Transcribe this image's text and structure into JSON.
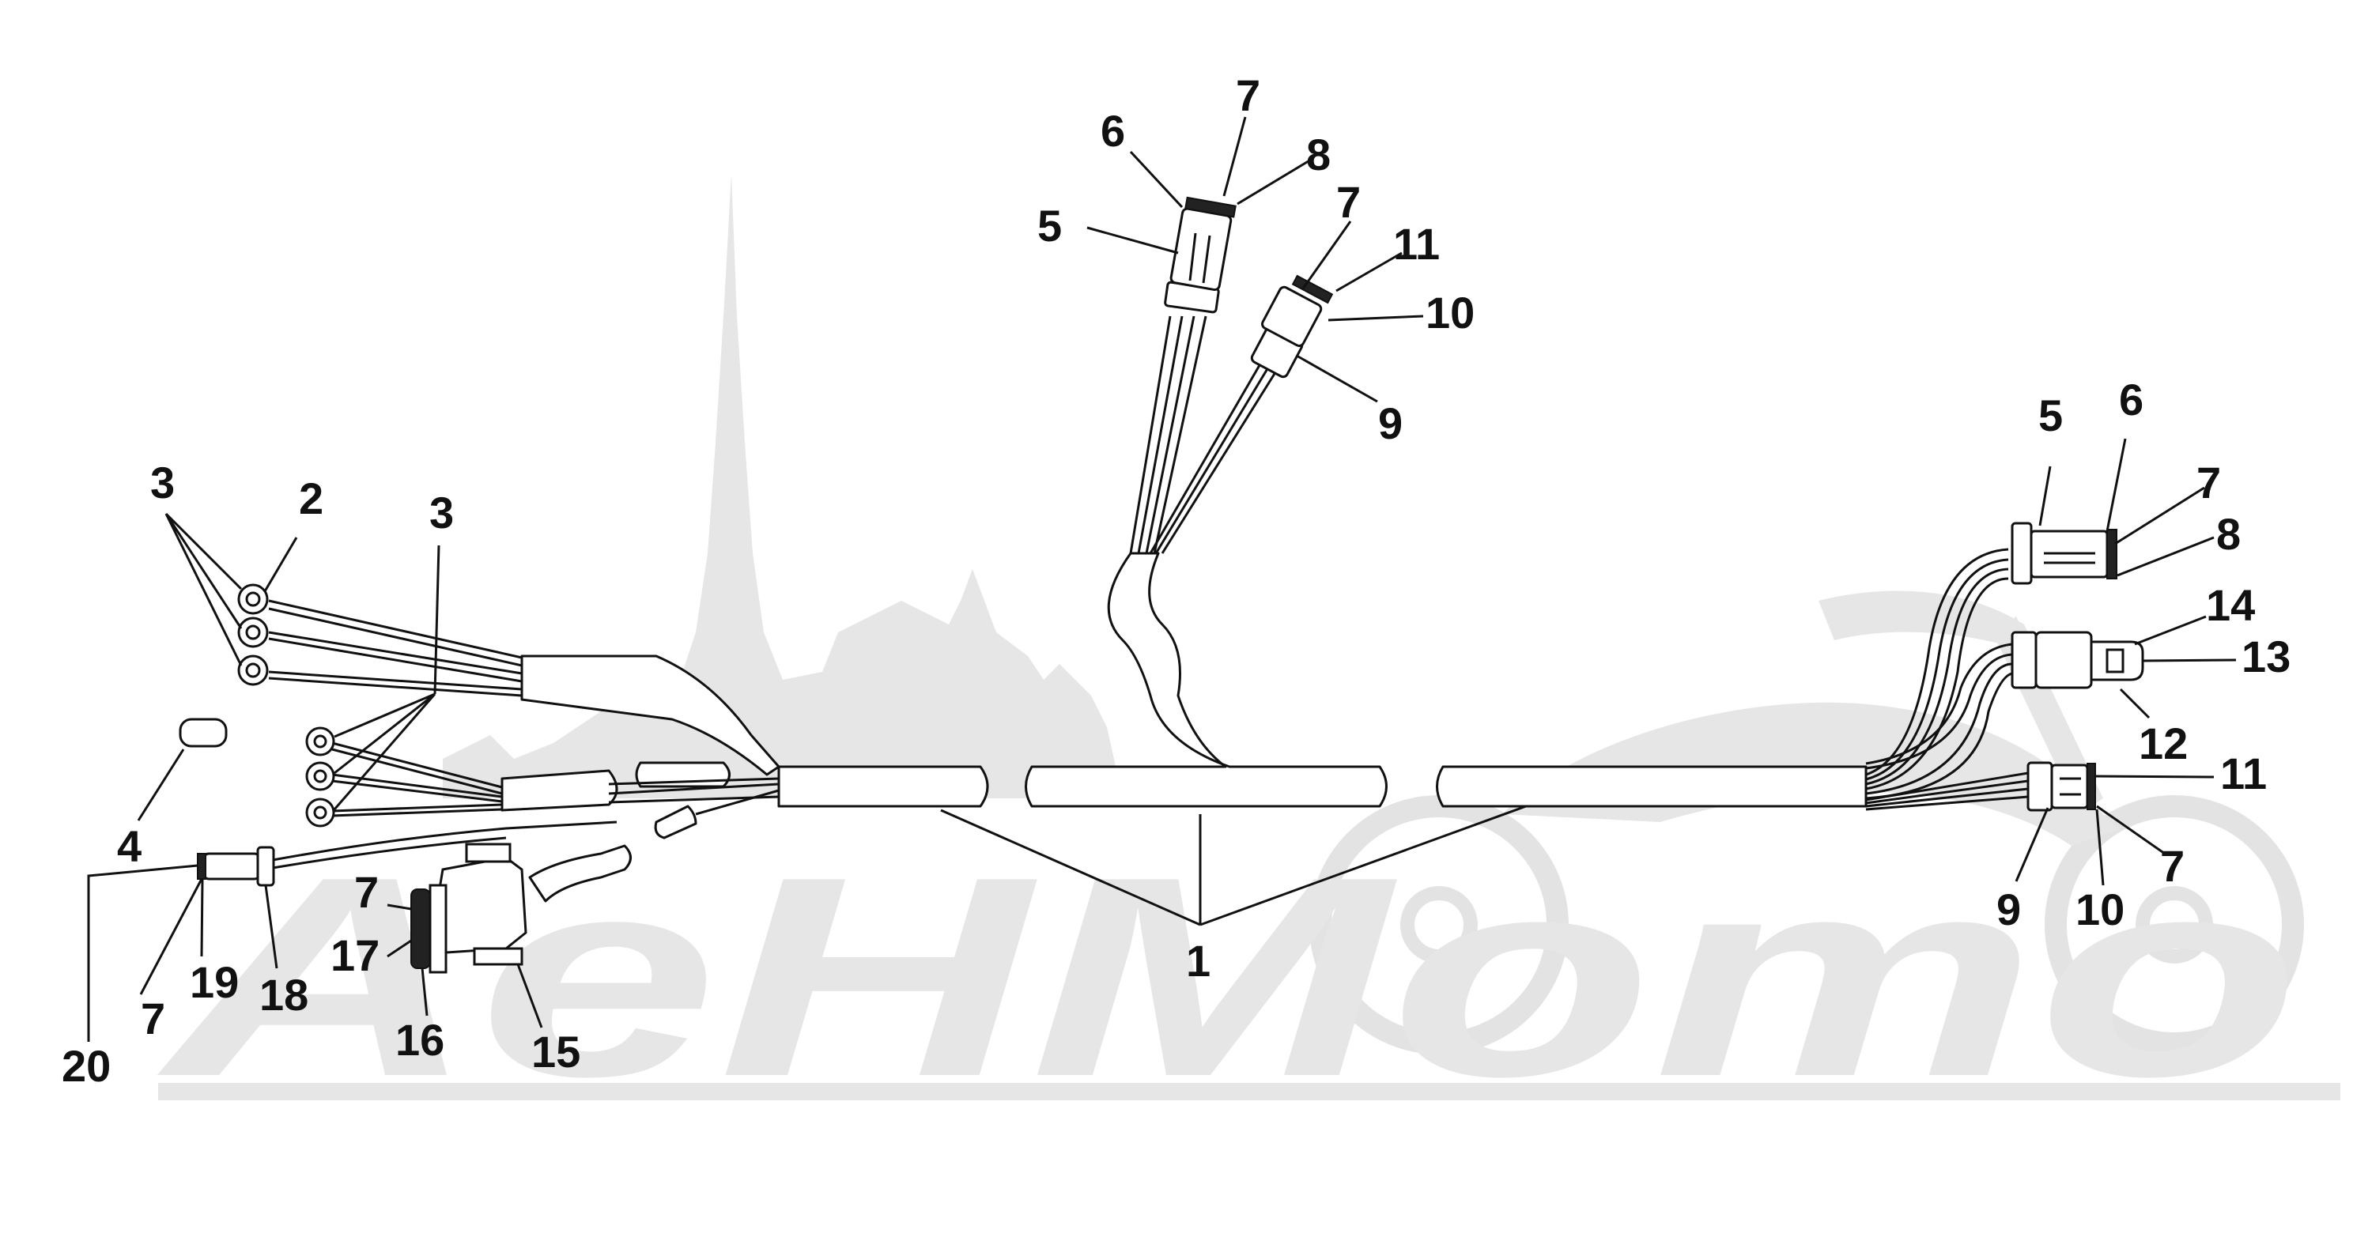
{
  "diagram": {
    "watermark_text": "AeHMomo",
    "callouts": [
      {
        "id": "c1",
        "text": "1"
      },
      {
        "id": "c2",
        "text": "2"
      },
      {
        "id": "c3a",
        "text": "3"
      },
      {
        "id": "c3b",
        "text": "3"
      },
      {
        "id": "c4",
        "text": "4"
      },
      {
        "id": "c5a",
        "text": "5"
      },
      {
        "id": "c6a",
        "text": "6"
      },
      {
        "id": "c7a",
        "text": "7"
      },
      {
        "id": "c8a",
        "text": "8"
      },
      {
        "id": "c7b",
        "text": "7"
      },
      {
        "id": "c11a",
        "text": "11"
      },
      {
        "id": "c10a",
        "text": "10"
      },
      {
        "id": "c9a",
        "text": "9"
      },
      {
        "id": "c5b",
        "text": "5"
      },
      {
        "id": "c6b",
        "text": "6"
      },
      {
        "id": "c7c",
        "text": "7"
      },
      {
        "id": "c8b",
        "text": "8"
      },
      {
        "id": "c14",
        "text": "14"
      },
      {
        "id": "c13",
        "text": "13"
      },
      {
        "id": "c12",
        "text": "12"
      },
      {
        "id": "c11b",
        "text": "11"
      },
      {
        "id": "c7d",
        "text": "7"
      },
      {
        "id": "c10b",
        "text": "10"
      },
      {
        "id": "c9b",
        "text": "9"
      },
      {
        "id": "c7e",
        "text": "7"
      },
      {
        "id": "c17",
        "text": "17"
      },
      {
        "id": "c16",
        "text": "16"
      },
      {
        "id": "c15",
        "text": "15"
      },
      {
        "id": "c19",
        "text": "19"
      },
      {
        "id": "c18",
        "text": "18"
      },
      {
        "id": "c7f",
        "text": "7"
      },
      {
        "id": "c20",
        "text": "20"
      }
    ]
  }
}
